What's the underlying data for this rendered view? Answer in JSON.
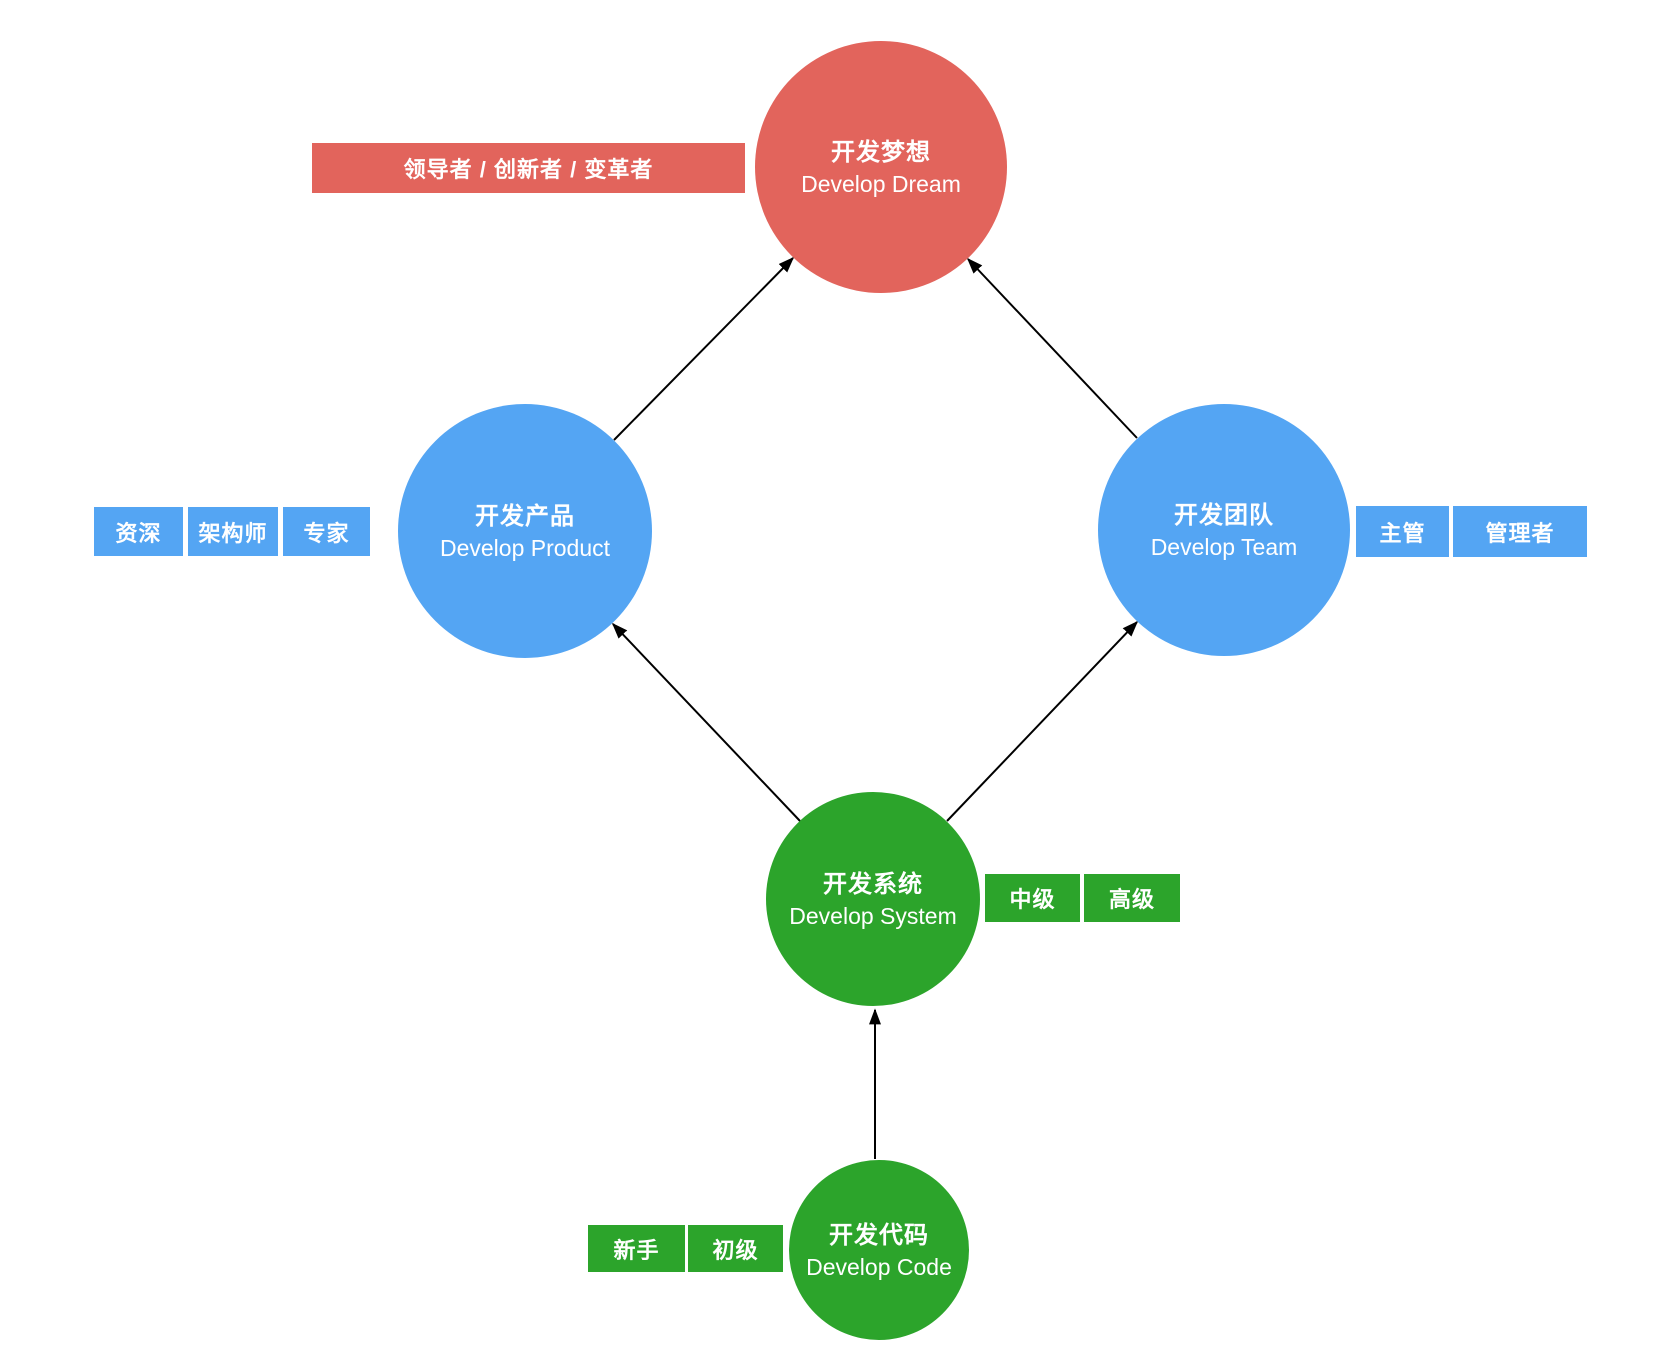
{
  "canvas": {
    "background": "#ffffff"
  },
  "diagram": {
    "colors": {
      "red": "#e2645c",
      "blue": "#54a5f3",
      "green": "#2ca42b",
      "arrow": "#000000",
      "text": "#ffffff"
    },
    "nodes": [
      {
        "id": "dream",
        "zh": "开发梦想",
        "en": "Develop Dream",
        "color": "#e2645c"
      },
      {
        "id": "product",
        "zh": "开发产品",
        "en": "Develop Product",
        "color": "#54a5f3"
      },
      {
        "id": "team",
        "zh": "开发团队",
        "en": "Develop Team",
        "color": "#54a5f3"
      },
      {
        "id": "system",
        "zh": "开发系统",
        "en": "Develop System",
        "color": "#2ca42b"
      },
      {
        "id": "code",
        "zh": "开发代码",
        "en": "Develop Code",
        "color": "#2ca42b"
      }
    ],
    "role_labels": {
      "dream": [
        "领导者 / 创新者 / 变革者"
      ],
      "product": [
        "资深",
        "架构师",
        "专家"
      ],
      "team": [
        "主管",
        "管理者"
      ],
      "system": [
        "中级",
        "高级"
      ],
      "code": [
        "新手",
        "初级"
      ]
    },
    "edges": [
      {
        "from": "product",
        "to": "dream"
      },
      {
        "from": "team",
        "to": "dream"
      },
      {
        "from": "system",
        "to": "product"
      },
      {
        "from": "system",
        "to": "team"
      },
      {
        "from": "code",
        "to": "system"
      }
    ]
  }
}
